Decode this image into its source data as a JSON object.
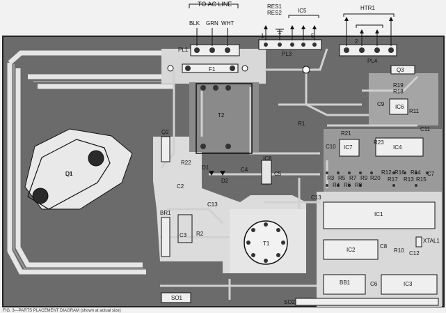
{
  "header": {
    "ac_line": "TO AC LINE",
    "blk": "BLK",
    "grn": "GRN",
    "wht": "WHT",
    "res1": "RES1",
    "res2": "RES2",
    "ic5": "IC5",
    "htr1": "HTR1",
    "pin1": "1",
    "pin5": "5",
    "pin2": "2"
  },
  "components": {
    "pl1": "PL1",
    "pl3": "PL3",
    "pl4": "PL4",
    "f1": "F1",
    "t2": "T2",
    "t1": "T1",
    "q1": "Q1",
    "q2": "Q2",
    "q3": "Q3",
    "r1": "R1",
    "r2": "R2",
    "r3": "R3",
    "r4": "R4",
    "r5": "R5",
    "r6": "R6",
    "r7": "R7",
    "r8": "R8",
    "r9": "R9",
    "r10": "R10",
    "r11": "R11",
    "r12": "R12",
    "r13": "R13",
    "r14": "R14",
    "r15": "R15",
    "r16": "R16",
    "r17": "R17",
    "r18": "R18",
    "r19": "R19",
    "r20": "R20",
    "r21": "R21",
    "r22": "R22",
    "r23": "R23",
    "c2": "C2",
    "c3": "C3",
    "c4": "C4",
    "c5": "C5",
    "c6": "C6",
    "c7": "C7",
    "c8": "C8",
    "c9": "C9",
    "c10": "C10",
    "c11": "C11",
    "c12": "C12",
    "c13": "C13",
    "d1": "D1",
    "d2": "D2",
    "ic1": "IC1",
    "ic2": "IC2",
    "ic3": "IC3",
    "ic4": "IC4",
    "ic6": "IC6",
    "ic7": "IC7",
    "ic8": "IC8",
    "br1": "BR1",
    "so1": "SO1",
    "so2": "SO2",
    "xtal1": "XTAL1",
    "bb1": "BB1"
  },
  "caption": "FIG. 3—PARTS PLACEMENT DIAGRAM (shown at actual size)"
}
